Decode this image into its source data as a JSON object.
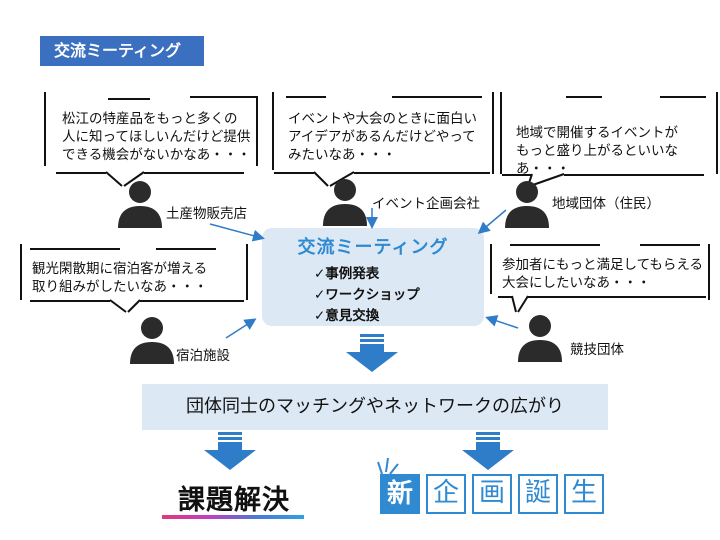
{
  "header": {
    "title": "交流ミーティング"
  },
  "bubbles": [
    {
      "text": "松江の特産品をもっと多くの\n人に知ってほしいんだけど提供\nできる機会がないかなあ・・・"
    },
    {
      "text": "イベントや大会のときに面白い\nアイデアがあるんだけどやって\nみたいなあ・・・"
    },
    {
      "text": "地域で開催するイベントが\nもっと盛り上がるといいなあ・・・"
    },
    {
      "text": "観光閑散期に宿泊客が増える\n取り組みがしたいなあ・・・"
    },
    {
      "text": "参加者にもっと満足してもらえる\n大会にしたいなあ・・・"
    }
  ],
  "people": [
    {
      "label": "土産物販売店"
    },
    {
      "label": "イベント企画会社"
    },
    {
      "label": "地域団体（住民）"
    },
    {
      "label": "宿泊施設"
    },
    {
      "label": "競技団体"
    }
  ],
  "center": {
    "title": "交流ミーティング",
    "items": [
      "✓事例発表",
      "✓ワークショップ",
      "✓意見交換"
    ]
  },
  "result": {
    "text": "団体同士のマッチングやネットワークの広がり"
  },
  "outcomes": {
    "solve": "課題解決",
    "newplan": [
      "新",
      "企",
      "画",
      "誕",
      "生"
    ]
  },
  "colors": {
    "accent": "#2f8ad1",
    "tag": "#3b6fbf",
    "box": "#dde8f5",
    "arrow": "#2f7cc8"
  }
}
